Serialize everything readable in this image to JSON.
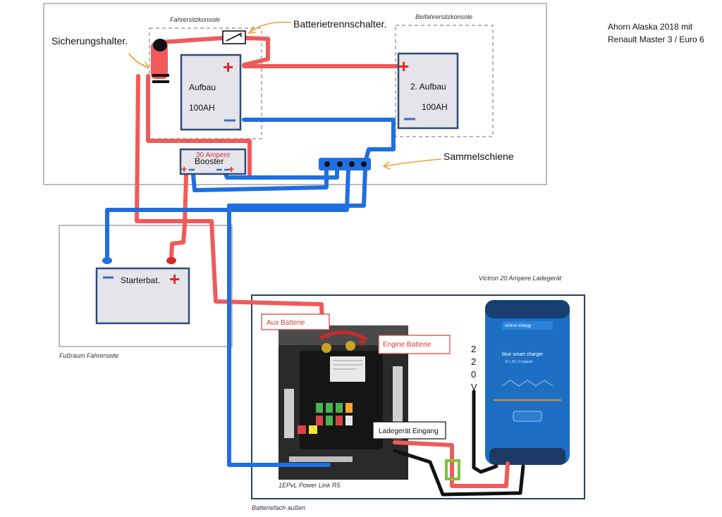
{
  "header": {
    "title_line1": "Ahorn Alaska 2018 mit",
    "title_line2": "Renault Master 3 / Euro 6"
  },
  "zones": {
    "driver_console": "Fahrersitzkonsole",
    "passenger_console": "Beifahrersitzkonsole",
    "footwell": "Fußraum Fahrerseite",
    "battery_compartment": "Batteriefach außen"
  },
  "callouts": {
    "fuse_holder": "Sicherungshalter.",
    "disconnect_switch": "Batterietrennschalter.",
    "busbar": "Sammelschiene"
  },
  "components": {
    "aux_battery_1": {
      "name": "Aufbau",
      "capacity": "100AH",
      "plus": "+",
      "minus": "−"
    },
    "aux_battery_2": {
      "name": "2. Aufbau",
      "capacity": "100AH",
      "plus": "+",
      "minus": "−"
    },
    "booster": {
      "name": "Booster",
      "rating": "30 Ampere",
      "plus": "+",
      "minus": "−"
    },
    "starter_battery": {
      "name": "Starterbat.",
      "plus": "+",
      "minus": "−"
    },
    "power_link": {
      "caption": "1EPvL Power Link R5",
      "aux_label": "Aux Batterie",
      "engine_label": "Engine Batterie",
      "charger_input_label": "Ladegerät Eingang"
    },
    "charger": {
      "caption": "Victron 20 Ampere Ladegerät",
      "brand": "victron energy",
      "model": "blue smart charger",
      "spec": "12 | 20 | 3 outputs",
      "mains": [
        "2",
        "2",
        "0",
        "V"
      ]
    }
  },
  "colors": {
    "positive_wire": "#f05a5a",
    "negative_wire": "#1f6fe0",
    "mains_wire": "#111111",
    "battery_fill": "#e4e4ea",
    "battery_border": "#2e4a7a",
    "charger_blue": "#1d6fc4",
    "plus_red": "#e02525",
    "minus_blue": "#3a6fb5"
  }
}
